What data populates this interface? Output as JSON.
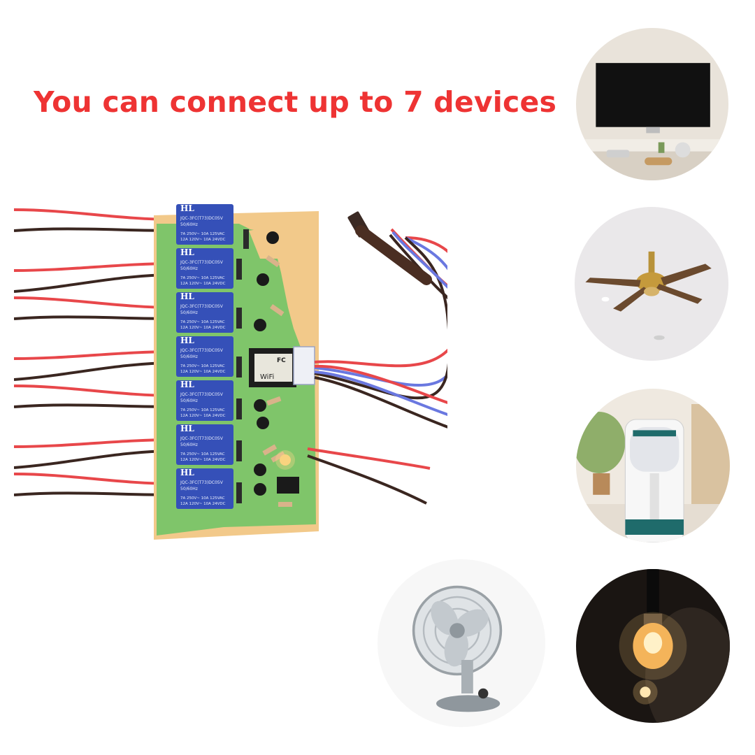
{
  "headline": "You can connect up to 7 devices",
  "colors": {
    "headline": "#ee3333",
    "pcb_green": "#7fc56a",
    "pcb_tan": "#f2c98a",
    "relay_blue": "#3550b8",
    "wire_red": "#e8474a",
    "wire_black": "#3a2620",
    "wire_blue": "#6a78e0"
  },
  "relay": {
    "brand": "HL",
    "model": "JQC-3FC(T73)DC05V",
    "freq": "50/60Hz",
    "rating_left_1": "7A 250V~",
    "rating_left_2": "12A 120V~",
    "rating_right_1": "10A 125VAC",
    "rating_right_2": "10A 24VDC"
  },
  "module": {
    "label": "WiFi",
    "mark": "FC"
  },
  "devices": [
    {
      "name": "television",
      "icon": "tv-icon"
    },
    {
      "name": "ceiling fan",
      "icon": "ceiling-fan-icon"
    },
    {
      "name": "air cooler",
      "icon": "air-cooler-icon"
    },
    {
      "name": "light bulb",
      "icon": "light-bulb-icon"
    },
    {
      "name": "table fan",
      "icon": "table-fan-icon"
    }
  ]
}
